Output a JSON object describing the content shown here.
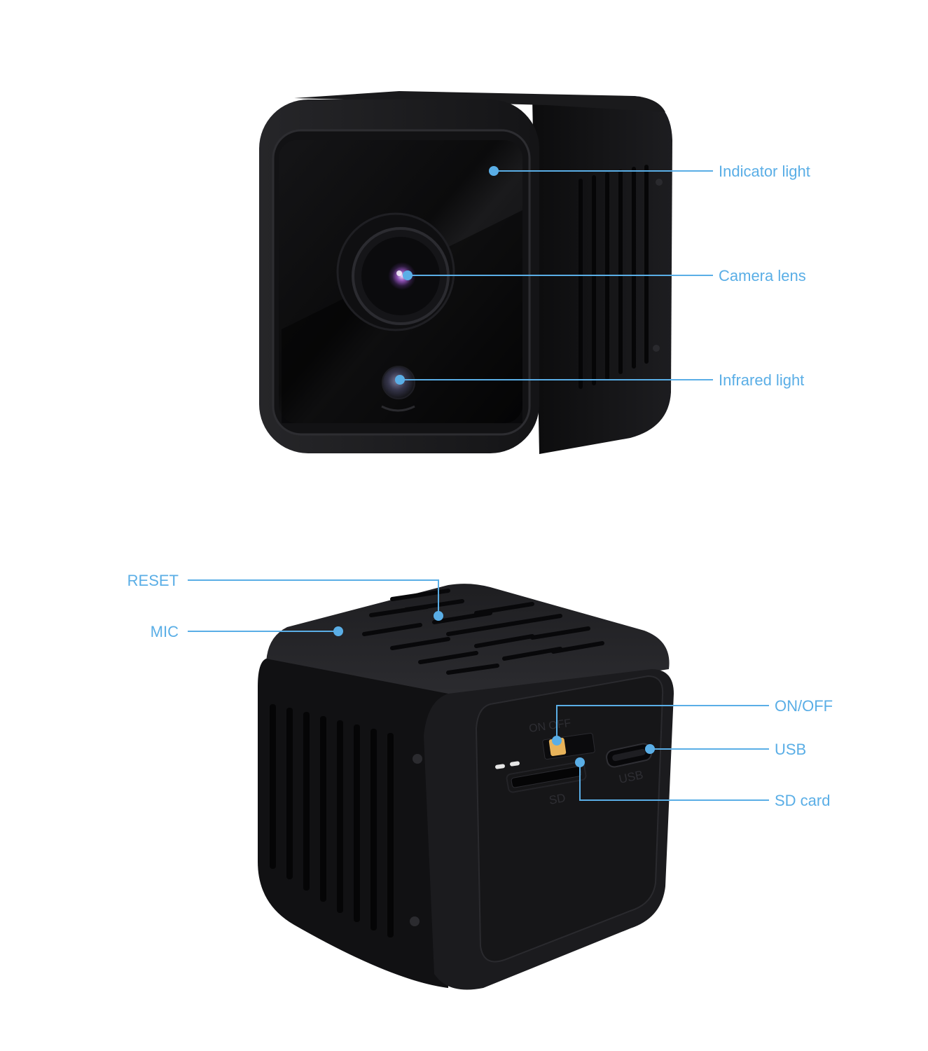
{
  "colors": {
    "accent": "#5aaee6",
    "body_dark": "#1c1c1e",
    "body_face": "#0e0e10",
    "body_edge": "#2a2a2d",
    "switch": "#e8b35a"
  },
  "front_view": {
    "callouts": {
      "indicator": "Indicator light",
      "lens": "Camera lens",
      "infrared": "Infrared light"
    }
  },
  "back_view": {
    "callouts": {
      "reset": "RESET",
      "mic": "MIC",
      "onoff": "ON/OFF",
      "usb": "USB",
      "sd": "SD card"
    },
    "port_markings": {
      "switch": "ON OFF",
      "usb": "USB",
      "sd": "SD"
    }
  }
}
